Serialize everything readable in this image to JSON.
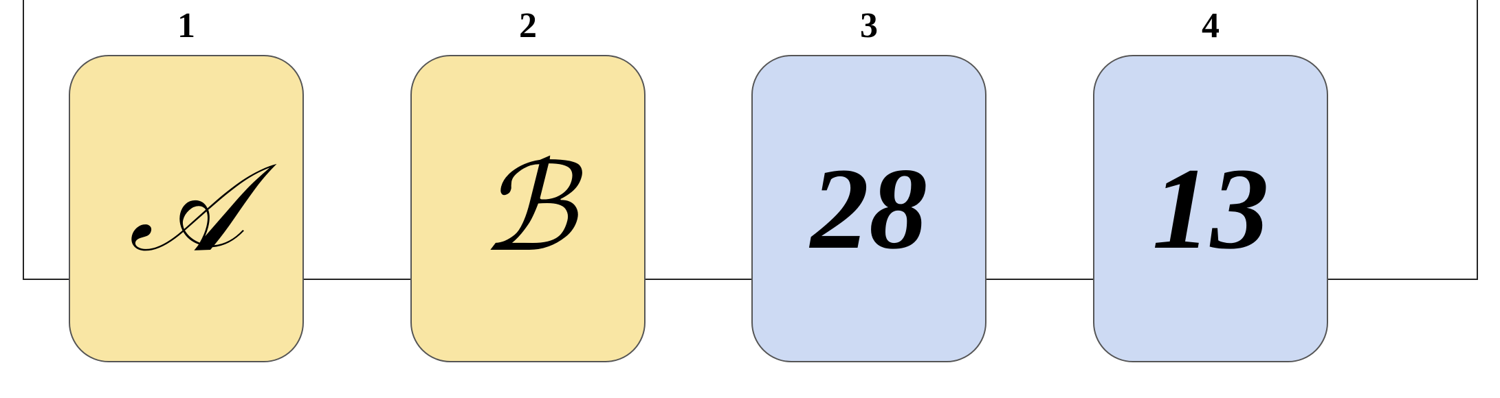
{
  "colors": {
    "letter_card_fill": "#f9e6a4",
    "number_card_fill": "#cddaf3",
    "card_border": "#555555",
    "frame_border": "#222222",
    "text": "#000000"
  },
  "cards": [
    {
      "position": "1",
      "face": "𝒜",
      "kind": "letter"
    },
    {
      "position": "2",
      "face": "ℬ",
      "kind": "letter"
    },
    {
      "position": "3",
      "face": "28",
      "kind": "number"
    },
    {
      "position": "4",
      "face": "13",
      "kind": "number"
    }
  ]
}
